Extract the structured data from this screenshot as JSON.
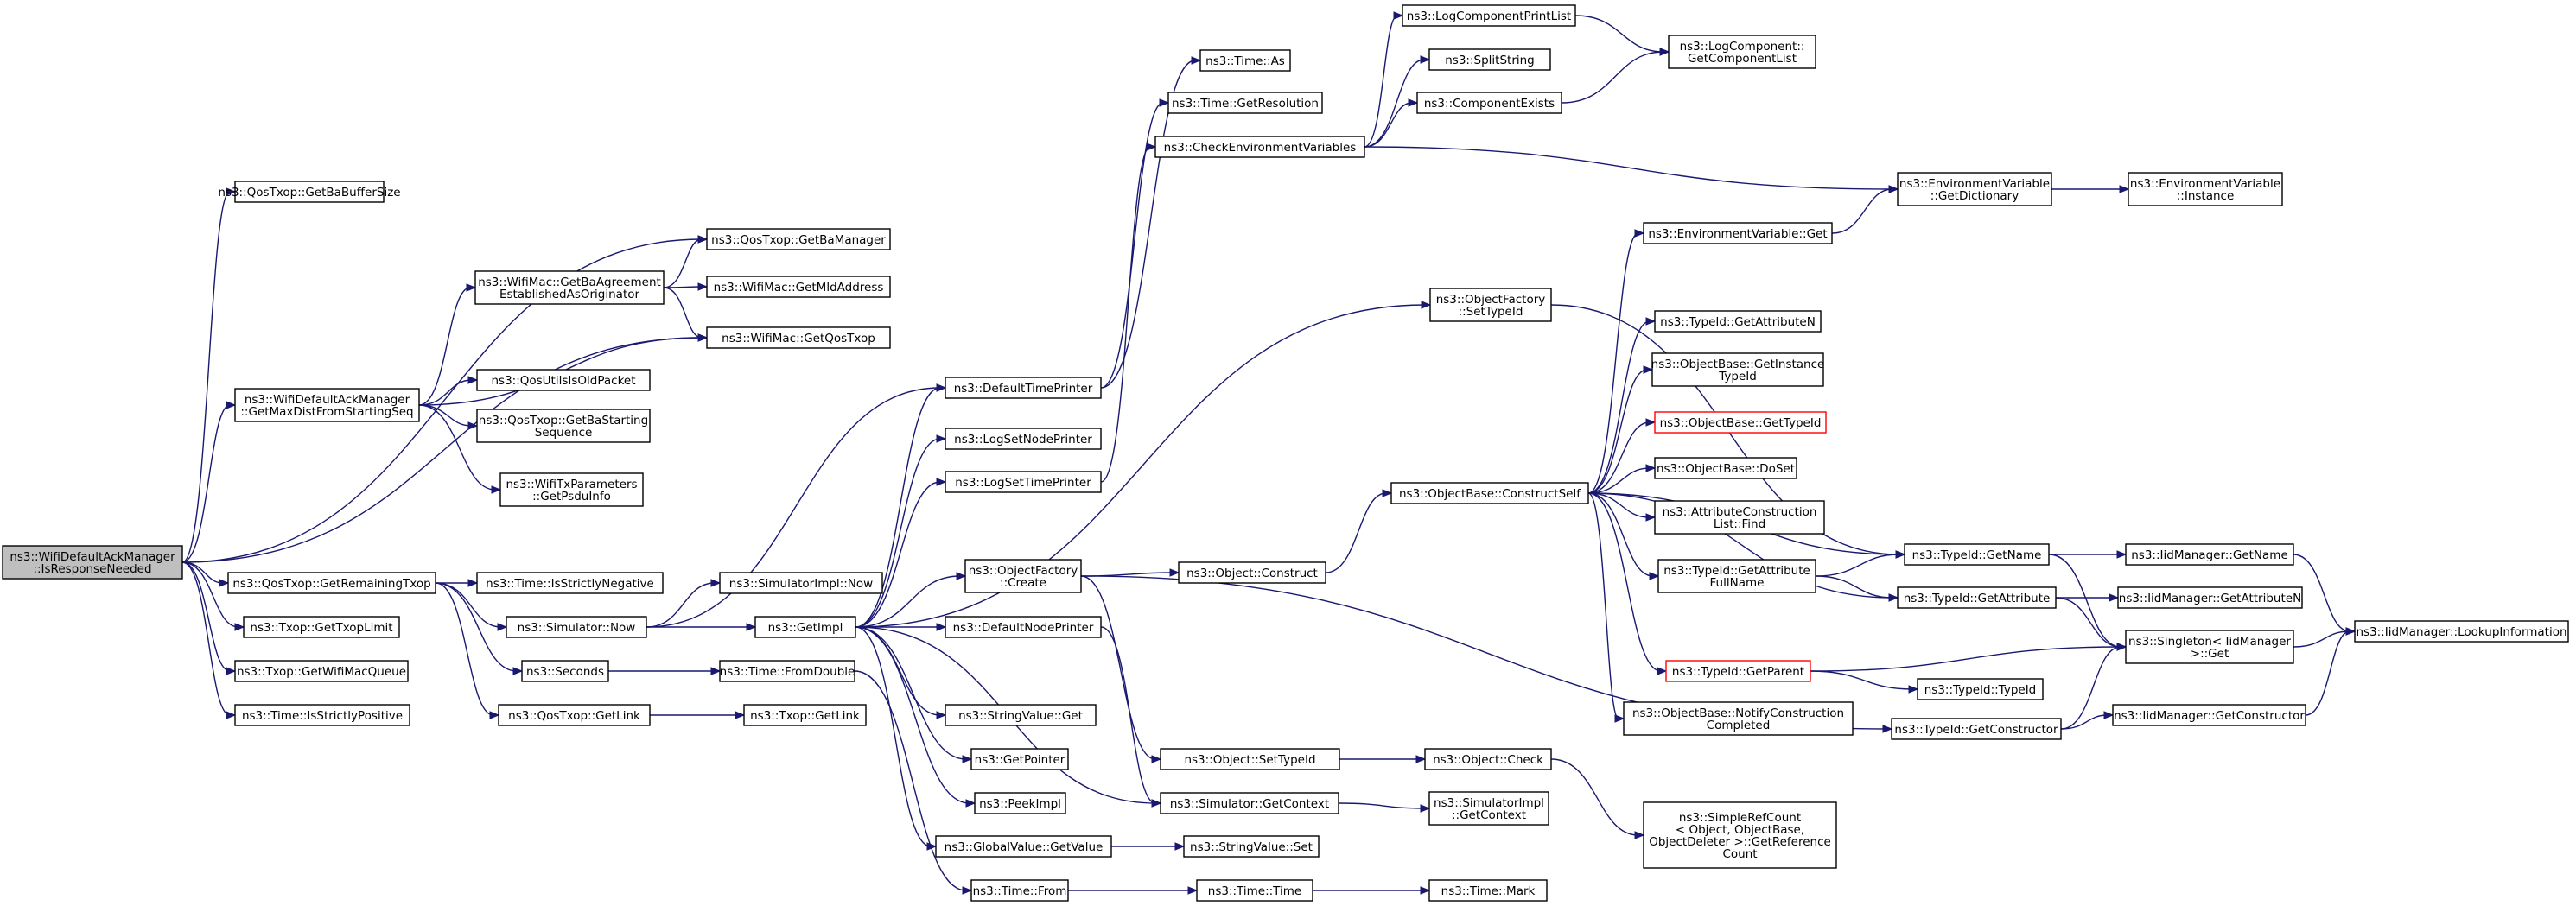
{
  "colors": {
    "edge": "#191970",
    "node_border": "#000000",
    "root_fill": "#bfbfbf",
    "highlight_border": "#ff0000",
    "background": "#ffffff"
  },
  "nodes": {
    "n1": {
      "lines": [
        "ns3::WifiDefaultAckManager",
        "::IsResponseNeeded"
      ]
    },
    "n2": {
      "lines": [
        "ns3::QosTxop::GetBaBufferSize"
      ]
    },
    "n3": {
      "lines": [
        "ns3::QosTxop::GetBaManager"
      ]
    },
    "n4": {
      "lines": [
        "ns3::WifiMac::GetBaAgreement",
        "EstablishedAsOriginator"
      ]
    },
    "n5": {
      "lines": [
        "ns3::WifiMac::GetMldAddress"
      ]
    },
    "n6": {
      "lines": [
        "ns3::WifiMac::GetQosTxop"
      ]
    },
    "n7": {
      "lines": [
        "ns3::WifiDefaultAckManager",
        "::GetMaxDistFromStartingSeq"
      ]
    },
    "n8": {
      "lines": [
        "ns3::QosUtilsIsOldPacket"
      ]
    },
    "n9": {
      "lines": [
        "ns3::QosTxop::GetBaStarting",
        "Sequence"
      ]
    },
    "n10": {
      "lines": [
        "ns3::WifiTxParameters",
        "::GetPsduInfo"
      ]
    },
    "n11": {
      "lines": [
        "ns3::QosTxop::GetRemainingTxop"
      ]
    },
    "n12": {
      "lines": [
        "ns3::Time::IsStrictlyNegative"
      ]
    },
    "n13": {
      "lines": [
        "ns3::Simulator::Now"
      ]
    },
    "n14": {
      "lines": [
        "ns3::SimulatorImpl::Now"
      ]
    },
    "n15": {
      "lines": [
        "ns3::GetImpl"
      ]
    },
    "n16": {
      "lines": [
        "ns3::Seconds"
      ]
    },
    "n17": {
      "lines": [
        "ns3::Time::FromDouble"
      ]
    },
    "n18": {
      "lines": [
        "ns3::QosTxop::GetLink"
      ]
    },
    "n19": {
      "lines": [
        "ns3::Txop::GetLink"
      ]
    },
    "n20": {
      "lines": [
        "ns3::Txop::GetTxopLimit"
      ]
    },
    "n21": {
      "lines": [
        "ns3::Txop::GetWifiMacQueue"
      ]
    },
    "n22": {
      "lines": [
        "ns3::Time::IsStrictlyPositive"
      ]
    },
    "n23": {
      "lines": [
        "ns3::DefaultTimePrinter"
      ]
    },
    "n24": {
      "lines": [
        "ns3::LogSetNodePrinter"
      ]
    },
    "n25": {
      "lines": [
        "ns3::LogSetTimePrinter"
      ]
    },
    "n26": {
      "lines": [
        "ns3::ObjectFactory",
        "::Create"
      ]
    },
    "n27": {
      "lines": [
        "ns3::DefaultNodePrinter"
      ]
    },
    "n28": {
      "lines": [
        "ns3::StringValue::Get"
      ]
    },
    "n29": {
      "lines": [
        "ns3::GetPointer"
      ]
    },
    "n30": {
      "lines": [
        "ns3::PeekImpl"
      ]
    },
    "n31": {
      "lines": [
        "ns3::GlobalValue::GetValue"
      ]
    },
    "n32": {
      "lines": [
        "ns3::Time::From"
      ]
    },
    "n33": {
      "lines": [
        "ns3::Time::As"
      ]
    },
    "n34": {
      "lines": [
        "ns3::Time::GetResolution"
      ]
    },
    "n35": {
      "lines": [
        "ns3::CheckEnvironmentVariables"
      ]
    },
    "n36": {
      "lines": [
        "ns3::Object::Construct"
      ]
    },
    "n37": {
      "lines": [
        "ns3::Object::SetTypeId"
      ]
    },
    "n38": {
      "lines": [
        "ns3::Simulator::GetContext"
      ]
    },
    "n39": {
      "lines": [
        "ns3::StringValue::Set"
      ]
    },
    "n40": {
      "lines": [
        "ns3::Time::Time"
      ]
    },
    "n41": {
      "lines": [
        "ns3::LogComponentPrintList"
      ]
    },
    "n42": {
      "lines": [
        "ns3::SplitString"
      ]
    },
    "n43": {
      "lines": [
        "ns3::ComponentExists"
      ]
    },
    "n44": {
      "lines": [
        "ns3::ObjectFactory",
        "::SetTypeId"
      ]
    },
    "n45": {
      "lines": [
        "ns3::ObjectBase::ConstructSelf"
      ]
    },
    "n46": {
      "lines": [
        "ns3::Object::Check"
      ]
    },
    "n47": {
      "lines": [
        "ns3::SimulatorImpl",
        "::GetContext"
      ]
    },
    "n48": {
      "lines": [
        "ns3::Time::Mark"
      ]
    },
    "n49": {
      "lines": [
        "ns3::LogComponent::",
        "GetComponentList"
      ]
    },
    "n50": {
      "lines": [
        "ns3::EnvironmentVariable::Get"
      ]
    },
    "n51": {
      "lines": [
        "ns3::TypeId::GetAttributeN"
      ]
    },
    "n52": {
      "lines": [
        "ns3::ObjectBase::GetInstance",
        "TypeId"
      ]
    },
    "n53": {
      "lines": [
        "ns3::ObjectBase::GetTypeId"
      ]
    },
    "n54": {
      "lines": [
        "ns3::ObjectBase::DoSet"
      ]
    },
    "n55": {
      "lines": [
        "ns3::AttributeConstruction",
        "List::Find"
      ]
    },
    "n56": {
      "lines": [
        "ns3::TypeId::GetAttribute",
        "FullName"
      ]
    },
    "n57": {
      "lines": [
        "ns3::TypeId::GetParent"
      ]
    },
    "n58": {
      "lines": [
        "ns3::ObjectBase::NotifyConstruction",
        "Completed"
      ]
    },
    "n59": {
      "lines": [
        "ns3::SimpleRefCount",
        "< Object, ObjectBase,",
        " ObjectDeleter >::GetReference",
        "Count"
      ]
    },
    "n60": {
      "lines": [
        "ns3::EnvironmentVariable",
        "::GetDictionary"
      ]
    },
    "n61": {
      "lines": [
        "ns3::TypeId::GetName"
      ]
    },
    "n62": {
      "lines": [
        "ns3::TypeId::GetAttribute"
      ]
    },
    "n63": {
      "lines": [
        "ns3::TypeId::TypeId"
      ]
    },
    "n64": {
      "lines": [
        "ns3::TypeId::GetConstructor"
      ]
    },
    "n65": {
      "lines": [
        "ns3::EnvironmentVariable",
        "::Instance"
      ]
    },
    "n66": {
      "lines": [
        "ns3::IidManager::GetName"
      ]
    },
    "n67": {
      "lines": [
        "ns3::IidManager::GetAttributeN"
      ]
    },
    "n68": {
      "lines": [
        "ns3::Singleton< IidManager",
        " >::Get"
      ]
    },
    "n69": {
      "lines": [
        "ns3::IidManager::GetConstructor"
      ]
    },
    "n70": {
      "lines": [
        "ns3::IidManager::LookupInformation"
      ]
    }
  },
  "edges": [
    [
      "n1",
      "n2"
    ],
    [
      "n1",
      "n3"
    ],
    [
      "n1",
      "n7"
    ],
    [
      "n1",
      "n6"
    ],
    [
      "n1",
      "n11"
    ],
    [
      "n1",
      "n20"
    ],
    [
      "n1",
      "n21"
    ],
    [
      "n1",
      "n22"
    ],
    [
      "n7",
      "n4"
    ],
    [
      "n7",
      "n6"
    ],
    [
      "n7",
      "n8"
    ],
    [
      "n7",
      "n9"
    ],
    [
      "n7",
      "n10"
    ],
    [
      "n4",
      "n3"
    ],
    [
      "n4",
      "n5"
    ],
    [
      "n4",
      "n6"
    ],
    [
      "n11",
      "n12"
    ],
    [
      "n11",
      "n13"
    ],
    [
      "n11",
      "n16"
    ],
    [
      "n11",
      "n18"
    ],
    [
      "n13",
      "n14"
    ],
    [
      "n13",
      "n15"
    ],
    [
      "n13",
      "n23"
    ],
    [
      "n16",
      "n17"
    ],
    [
      "n18",
      "n19"
    ],
    [
      "n17",
      "n32"
    ],
    [
      "n15",
      "n23"
    ],
    [
      "n15",
      "n24"
    ],
    [
      "n15",
      "n25"
    ],
    [
      "n15",
      "n26"
    ],
    [
      "n15",
      "n27"
    ],
    [
      "n15",
      "n28"
    ],
    [
      "n15",
      "n29"
    ],
    [
      "n15",
      "n30"
    ],
    [
      "n15",
      "n31"
    ],
    [
      "n15",
      "n38"
    ],
    [
      "n15",
      "n44"
    ],
    [
      "n23",
      "n33"
    ],
    [
      "n23",
      "n34"
    ],
    [
      "n25",
      "n35"
    ],
    [
      "n26",
      "n36"
    ],
    [
      "n26",
      "n37"
    ],
    [
      "n26",
      "n64"
    ],
    [
      "n27",
      "n38"
    ],
    [
      "n31",
      "n39"
    ],
    [
      "n32",
      "n40"
    ],
    [
      "n35",
      "n41"
    ],
    [
      "n35",
      "n42"
    ],
    [
      "n35",
      "n43"
    ],
    [
      "n35",
      "n60"
    ],
    [
      "n36",
      "n45"
    ],
    [
      "n37",
      "n46"
    ],
    [
      "n38",
      "n47"
    ],
    [
      "n40",
      "n48"
    ],
    [
      "n41",
      "n49"
    ],
    [
      "n43",
      "n49"
    ],
    [
      "n44",
      "n61"
    ],
    [
      "n45",
      "n50"
    ],
    [
      "n45",
      "n51"
    ],
    [
      "n45",
      "n52"
    ],
    [
      "n45",
      "n53"
    ],
    [
      "n45",
      "n54"
    ],
    [
      "n45",
      "n55"
    ],
    [
      "n45",
      "n56"
    ],
    [
      "n45",
      "n57"
    ],
    [
      "n45",
      "n58"
    ],
    [
      "n45",
      "n61"
    ],
    [
      "n45",
      "n62"
    ],
    [
      "n46",
      "n59"
    ],
    [
      "n50",
      "n60"
    ],
    [
      "n60",
      "n65"
    ],
    [
      "n56",
      "n61"
    ],
    [
      "n56",
      "n62"
    ],
    [
      "n57",
      "n63"
    ],
    [
      "n57",
      "n68"
    ],
    [
      "n61",
      "n66"
    ],
    [
      "n61",
      "n68"
    ],
    [
      "n62",
      "n67"
    ],
    [
      "n62",
      "n68"
    ],
    [
      "n64",
      "n68"
    ],
    [
      "n64",
      "n69"
    ],
    [
      "n66",
      "n70"
    ],
    [
      "n68",
      "n70"
    ],
    [
      "n69",
      "n70"
    ]
  ]
}
